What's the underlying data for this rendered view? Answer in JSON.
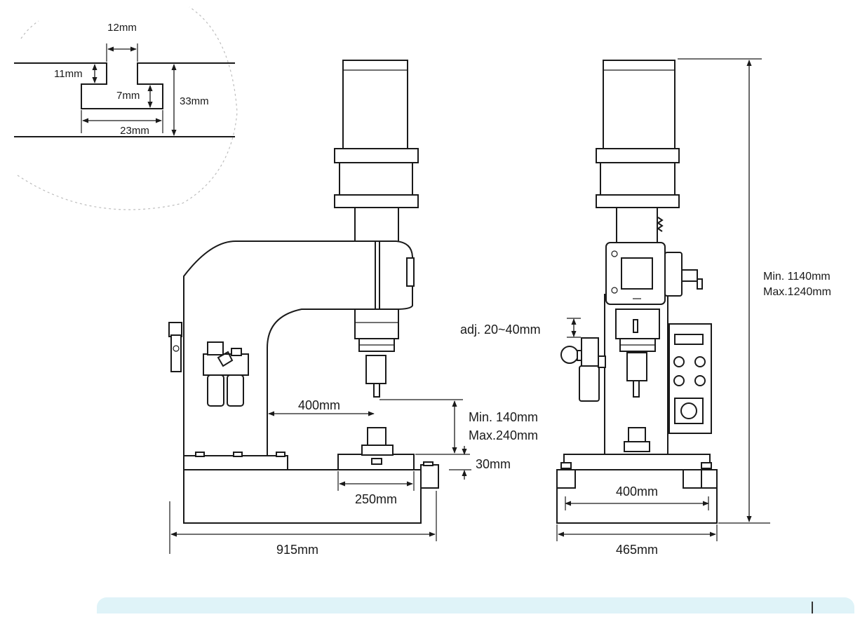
{
  "inset": {
    "slot_neck_width": "12mm",
    "slot_neck_depth": "11mm",
    "slot_head_height": "7mm",
    "slot_total_depth": "33mm",
    "slot_head_width": "23mm"
  },
  "front_view": {
    "throat_depth": "400mm",
    "stroke_range_min": "Min. 140mm",
    "stroke_range_max": "Max.240mm",
    "table_thickness": "30mm",
    "table_width": "250mm",
    "base_length": "915mm"
  },
  "side_view": {
    "adjustment": "adj. 20~40mm",
    "table_width": "400mm",
    "base_width": "465mm",
    "height_min": "Min. 1140mm",
    "height_max": "Max.1240mm"
  },
  "colors": {
    "line": "#1a1a1a",
    "footer_band": "#dff3f8"
  }
}
